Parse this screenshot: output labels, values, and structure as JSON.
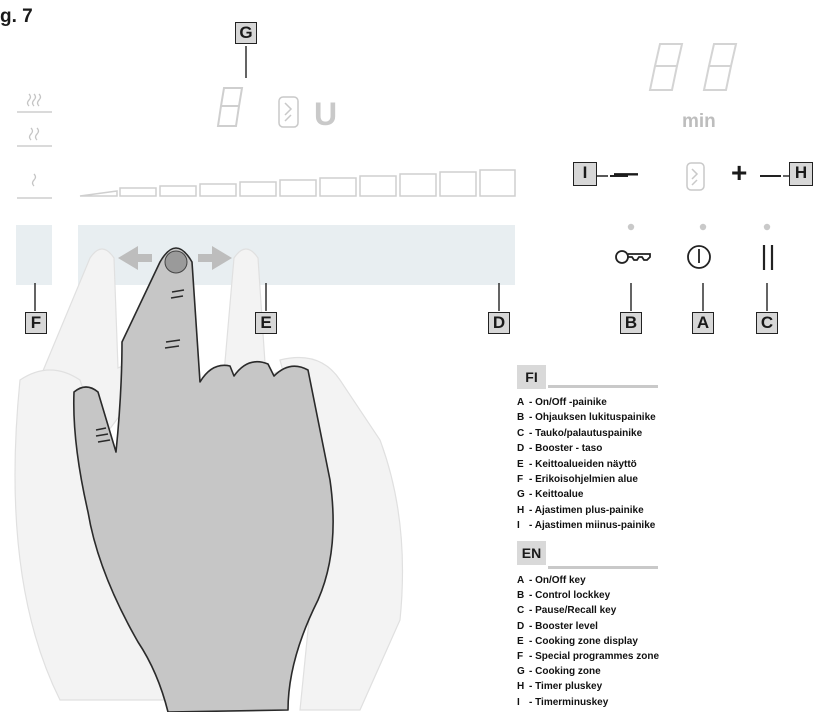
{
  "figure": {
    "title": "g. 7"
  },
  "callouts": {
    "A": "A",
    "B": "B",
    "C": "C",
    "D": "D",
    "E": "E",
    "F": "F",
    "G": "G",
    "H": "H",
    "I": "I"
  },
  "display": {
    "unit_letter": "U",
    "timer_unit": "min"
  },
  "timer": {
    "minus_symbol": "—",
    "plus_symbol": "+"
  },
  "legend": {
    "fi": {
      "tab": "FI",
      "items": [
        {
          "key": "A",
          "text": "On/Off -painike"
        },
        {
          "key": "B",
          "text": "Ohjauksen lukituspainike"
        },
        {
          "key": "C",
          "text": "Tauko/palautuspainike"
        },
        {
          "key": "D",
          "text": "Booster - taso"
        },
        {
          "key": "E",
          "text": "Keittoalueiden näyttö"
        },
        {
          "key": "F",
          "text": "Erikoisohjelmien alue"
        },
        {
          "key": "G",
          "text": "Keittoalue"
        },
        {
          "key": "H",
          "text": "Ajastimen plus-painike"
        },
        {
          "key": "I",
          "text": "Ajastimen miinus-painike"
        }
      ]
    },
    "en": {
      "tab": "EN",
      "items": [
        {
          "key": "A",
          "text": "On/Off key"
        },
        {
          "key": "B",
          "text": "Control lockkey"
        },
        {
          "key": "C",
          "text": "Pause/Recall key"
        },
        {
          "key": "D",
          "text": "Booster level"
        },
        {
          "key": "E",
          "text": "Cooking zone display"
        },
        {
          "key": "F",
          "text": "Special programmes zone"
        },
        {
          "key": "G",
          "text": "Cooking zone"
        },
        {
          "key": "H",
          "text": "Timer pluskey"
        },
        {
          "key": "I",
          "text": "Timerminuskey"
        }
      ]
    }
  },
  "colors": {
    "ink": "#222222",
    "callout_fill": "#d7d7d7",
    "faint": "#c9c9c9",
    "slider_band": "#e8eef1",
    "hand_fill": "#c6c6c6"
  },
  "icons": [
    "heat-high-icon",
    "heat-medium-icon",
    "heat-low-icon",
    "key-lock-icon",
    "power-icon",
    "pause-icon",
    "timer-hand-icon",
    "left-arrow-icon",
    "right-arrow-icon"
  ]
}
